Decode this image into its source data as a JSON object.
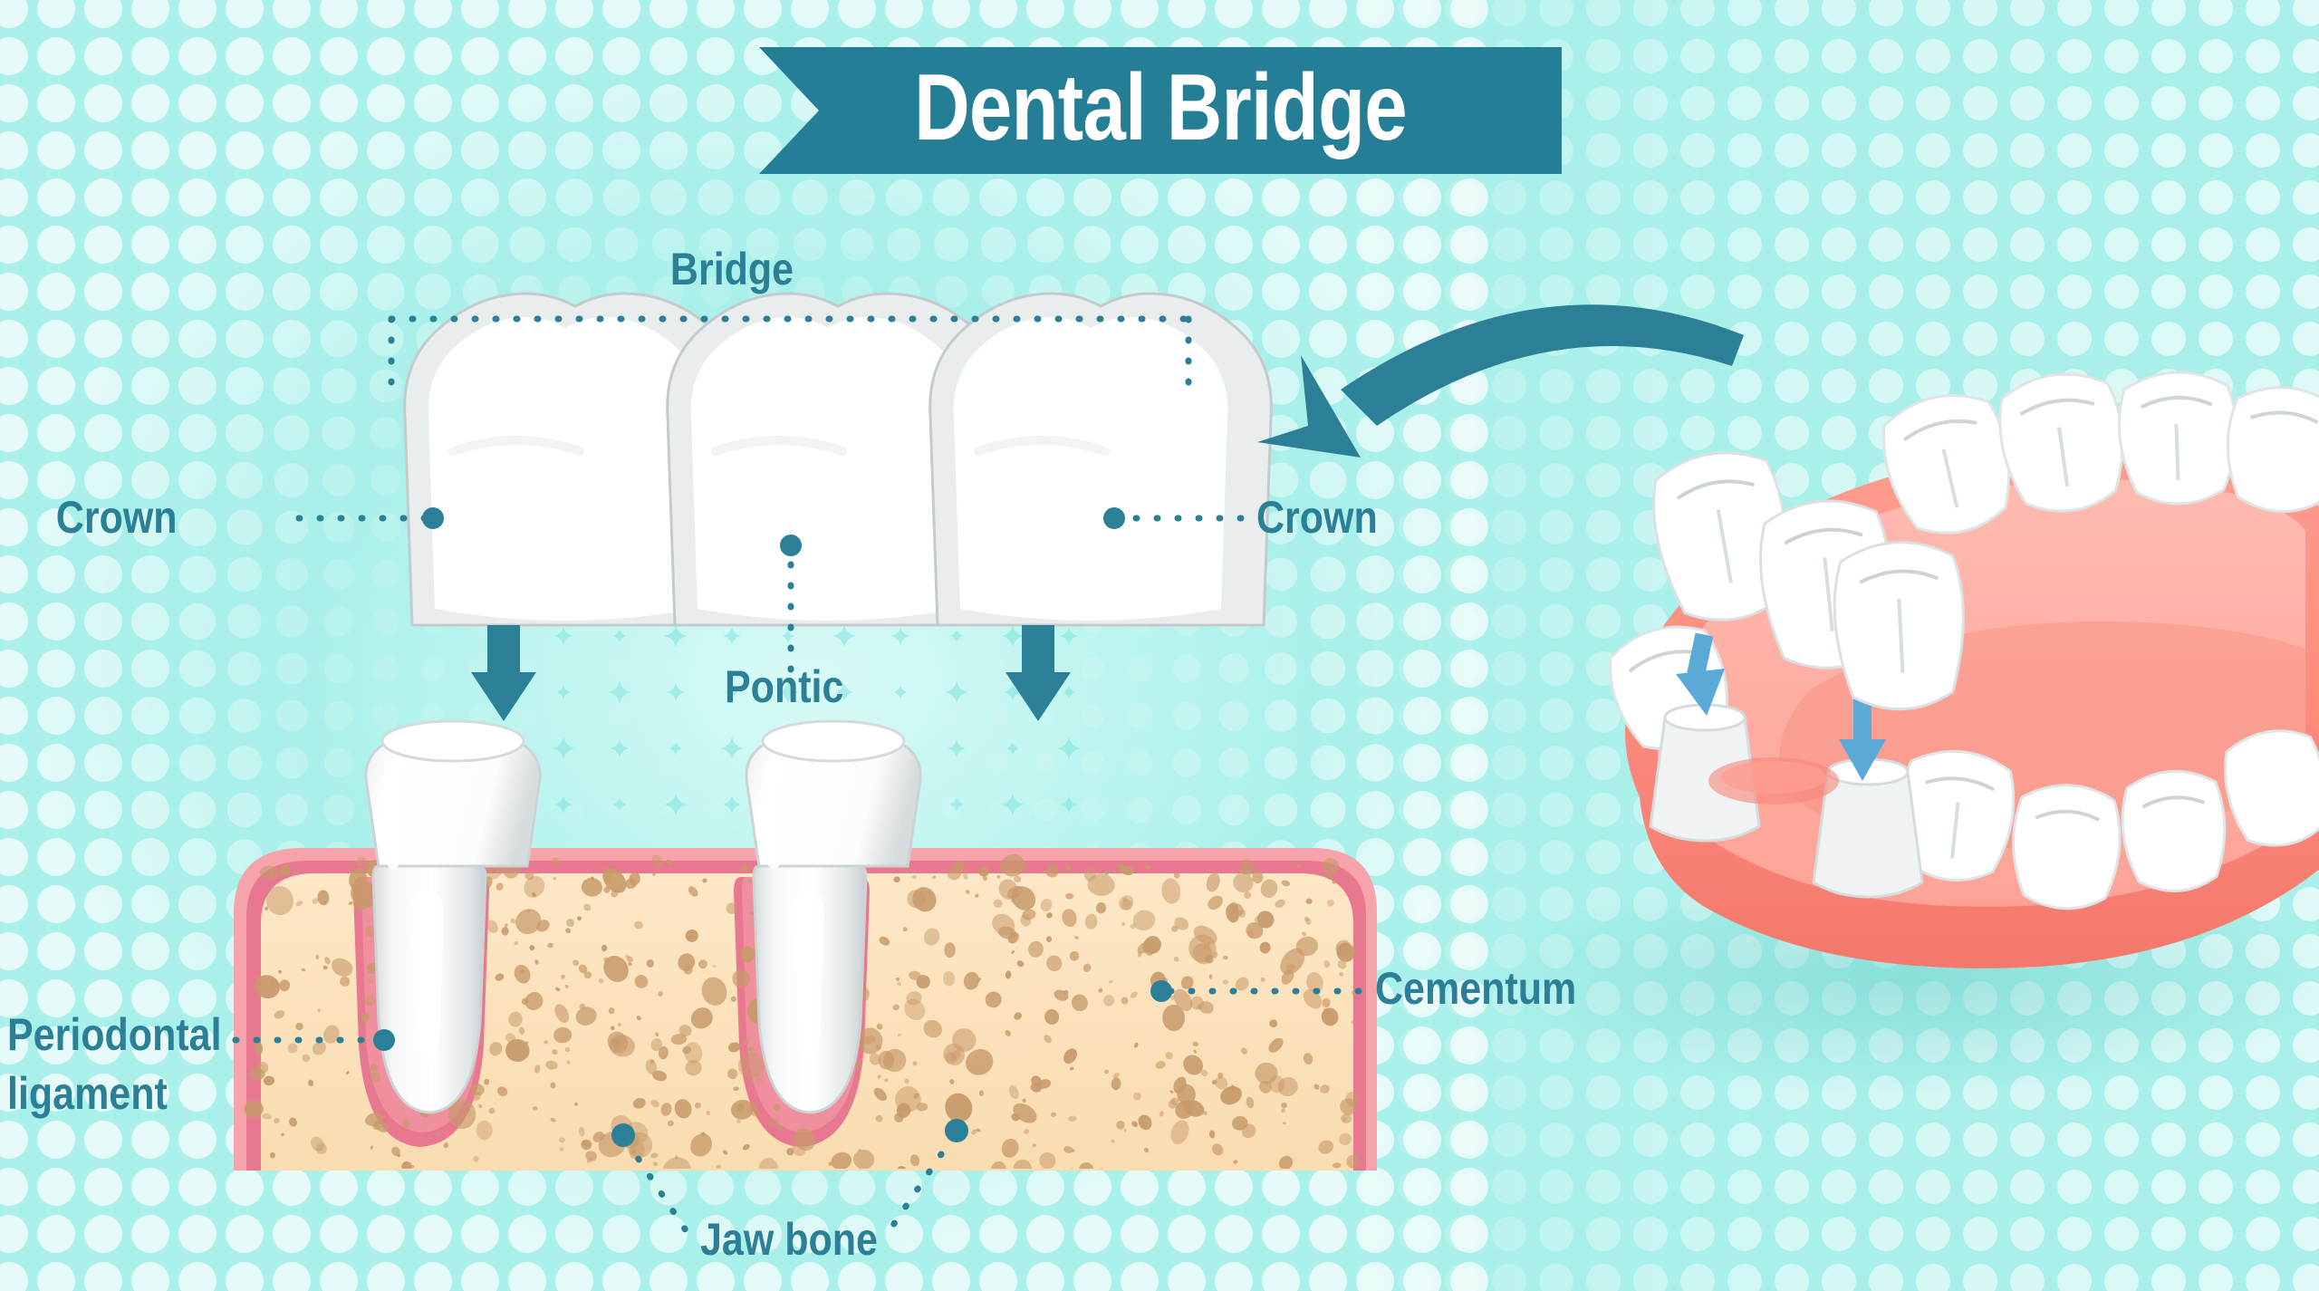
{
  "title": {
    "text": "Dental Bridge"
  },
  "colors": {
    "background": "#a9f0ea",
    "background_glow": "#d8faf6",
    "banner": "#247e96",
    "banner_fold": "#1d6a80",
    "label_text": "#2b7f97",
    "leader_dot": "#2b7f97",
    "arrow_teal": "#2b7f97",
    "arrow_blue": "#5aa9d6",
    "tooth_white": "#ffffff",
    "tooth_shade": "#eceff0",
    "tooth_outline": "#c9ced0",
    "gum_pink": "#e8788f",
    "gum_pink_light": "#f4a0ad",
    "gum_coral": "#fa8e82",
    "gum_coral_light": "#ffb3a8",
    "bone_cream": "#fbdfb6",
    "bone_speckle": "#c79a6a"
  },
  "labels": {
    "bridge": "Bridge",
    "crown_left": "Crown",
    "crown_right": "Crown",
    "pontic": "Pontic",
    "periodontal_line1": "Periodontal",
    "periodontal_line2": "ligament",
    "cementum": "Cementum",
    "jaw_bone": "Jaw bone"
  },
  "diagram": {
    "type": "dental-cross-section",
    "left_panel": "cross-section of jaw with two abutment teeth, three-unit bridge above, two downward placement arrows",
    "right_panel": "3-D lower jaw model with three-unit bridge being lowered onto two prepared abutments",
    "transfer_arrow": "curved arrow from the 3-D jaw model to the cross-section diagram",
    "bridge_units": 3,
    "abutments": 2,
    "pontics": 1
  }
}
